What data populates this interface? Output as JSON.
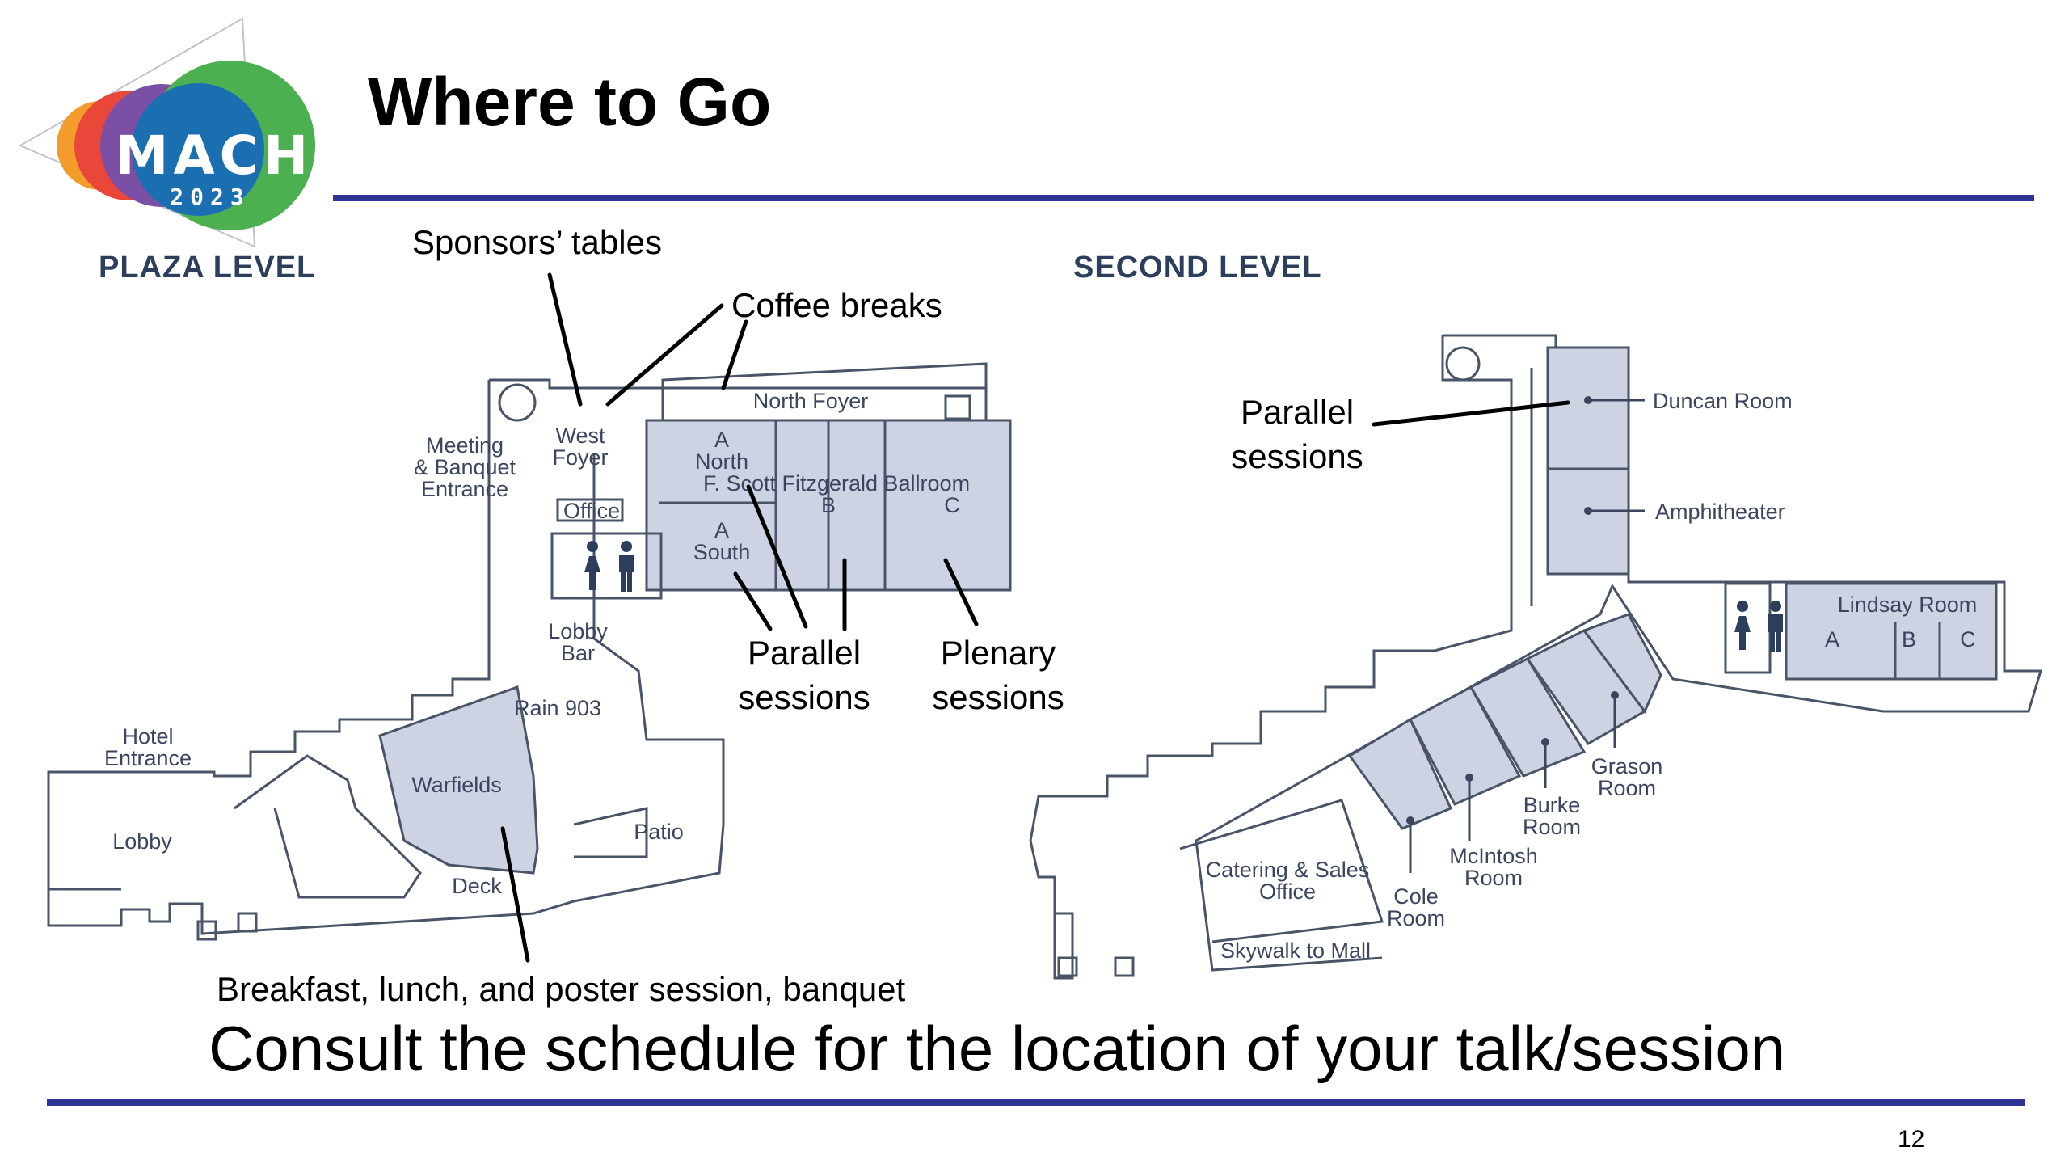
{
  "logo": {
    "name": "MACH",
    "year": "2023"
  },
  "title": "Where to Go",
  "plaza": {
    "heading": "PLAZA LEVEL",
    "labels": {
      "meeting1": "Meeting",
      "meeting2": "& Banquet",
      "meeting3": "Entrance",
      "west_foyer1": "West",
      "west_foyer2": "Foyer",
      "office": "Office",
      "north_foyer": "North Foyer",
      "a_north1": "A",
      "a_north2": "North",
      "ballroom": "F. Scott Fitzgerald Ballroom",
      "b": "B",
      "c": "C",
      "a_south1": "A",
      "a_south2": "South",
      "lobby_bar1": "Lobby",
      "lobby_bar2": "Bar",
      "rain": "Rain 903",
      "hotel1": "Hotel",
      "hotel2": "Entrance",
      "warfields": "Warfields",
      "lobby": "Lobby",
      "patio": "Patio",
      "deck": "Deck"
    }
  },
  "second": {
    "heading": "SECOND LEVEL",
    "labels": {
      "duncan": "Duncan Room",
      "amphitheater": "Amphitheater",
      "lindsay": "Lindsay Room",
      "la": "A",
      "lb": "B",
      "lc": "C",
      "grason1": "Grason",
      "grason2": "Room",
      "burke1": "Burke",
      "burke2": "Room",
      "mcintosh1": "McIntosh",
      "mcintosh2": "Room",
      "cole1": "Cole",
      "cole2": "Room",
      "catering1": "Catering & Sales",
      "catering2": "Office",
      "skywalk": "Skywalk to Mall"
    }
  },
  "annotations": {
    "sponsors": "Sponsors’ tables",
    "coffee": "Coffee breaks",
    "parallel_left1": "Parallel",
    "parallel_left2": "sessions",
    "plenary1": "Plenary",
    "plenary2": "sessions",
    "parallel_right1": "Parallel",
    "parallel_right2": "sessions",
    "meals": "Breakfast, lunch, and poster session, banquet"
  },
  "footer": {
    "consult": "Consult the schedule for the location of your talk/session",
    "page": "12"
  },
  "colors": {
    "accent_rule": "#2f3496",
    "room_fill": "#cdd3e3",
    "logo_green": "#4caf50",
    "logo_blue": "#1a6fb0",
    "logo_purple": "#7b4fa3",
    "logo_red": "#e8473a",
    "logo_orange": "#f39c2b"
  }
}
